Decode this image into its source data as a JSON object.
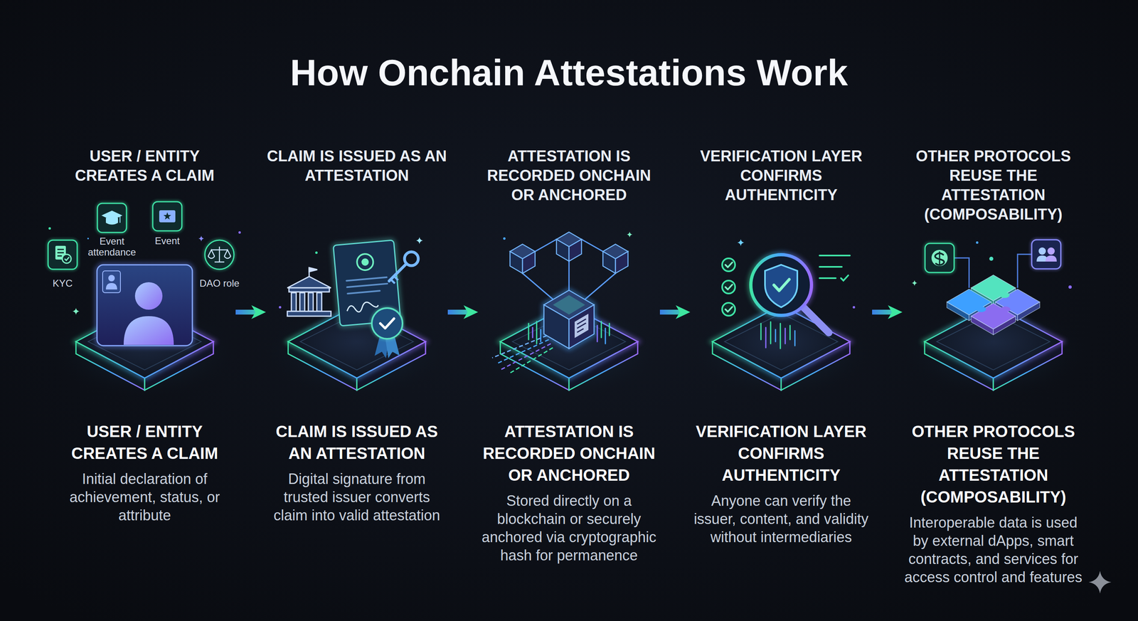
{
  "diagram": {
    "title": "How Onchain Attestations Work",
    "nodes": [
      {
        "text": [
          "USER / ENTITY CREATES A CLAIM",
          "USER / ENTITY CREATES A CLAIM",
          "Initial declaration of achievement, status, or attribute"
        ]
      },
      {
        "text": [
          "CLAIM IS ISSUED AS AN ATTESTATION",
          "CLAIM IS ISSUED AS AN ATTESTATION",
          "Digital signature from trusted issuer converts claim into valid attestation"
        ]
      },
      {
        "text": [
          "ATTESTATION IS RECORDED ONCHAIN OR ANCHORED",
          "ATTESTATION IS RECORDED ONCHAIN OR ANCHORED",
          "Stored directly on a blockchain or securely anchored via cryptographic hash for permanence"
        ]
      },
      {
        "text": [
          "VERIFICATION LAYER CONFIRMS AUTHENTICITY",
          "VERIFICATION LAYER CONFIRMS AUTHENTICITY",
          "Anyone can verify the issuer, content, and validity without intermediaries"
        ]
      },
      {
        "text": [
          "OTHER PROTOCOLS REUSE THE ATTESTATION (COMPOSABILITY)",
          "OTHER PROTOCOLS REUSE THE ATTESTATION (COMPOSABILITY)",
          "Interoperable data is used by external dApps, smart contracts, and services for access control and features"
        ]
      }
    ],
    "edges": [
      {
        "from": 0,
        "to": 1,
        "arrow": "to"
      },
      {
        "from": 1,
        "to": 2,
        "arrow": "to"
      },
      {
        "from": 2,
        "to": 3,
        "arrow": "to"
      },
      {
        "from": 3,
        "to": 4,
        "arrow": "to"
      }
    ],
    "labels": [
      "KYC",
      "Event attendance",
      "Event",
      "DAO role"
    ]
  }
}
